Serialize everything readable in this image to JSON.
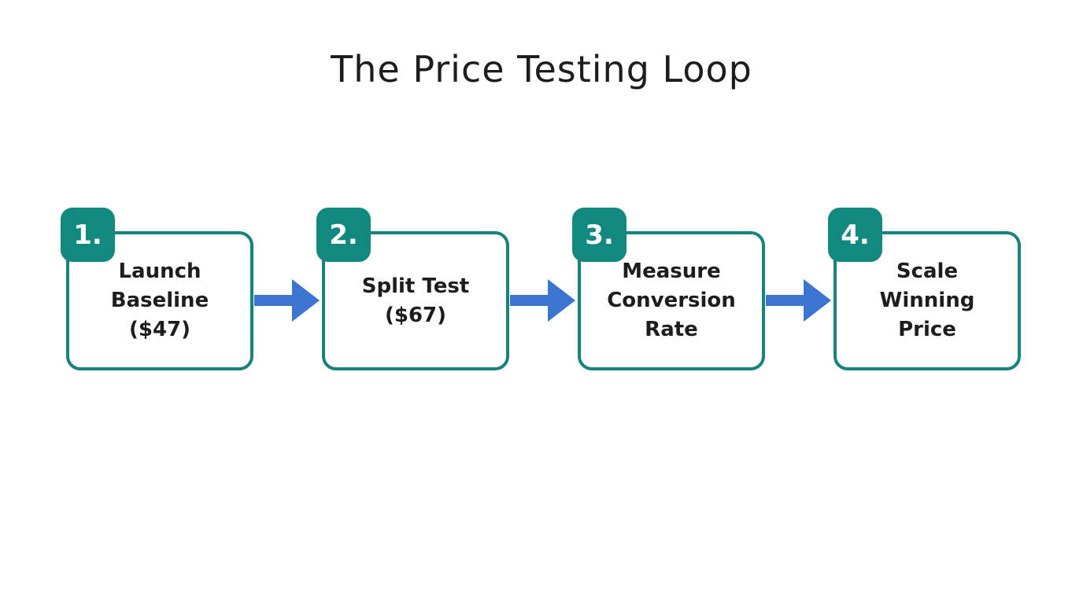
{
  "title": "The Price Testing Loop",
  "colors": {
    "teal": "#12897E",
    "teal_border": "#17837B",
    "arrow_blue": "#3B74D1",
    "text_dark": "#1D1D1D"
  },
  "steps": [
    {
      "number": "1.",
      "text": "Launch\nBaseline\n($47)"
    },
    {
      "number": "2.",
      "text": "Split Test\n($67)"
    },
    {
      "number": "3.",
      "text": "Measure\nConversion\nRate"
    },
    {
      "number": "4.",
      "text": "Scale\nWinning\nPrice"
    }
  ]
}
